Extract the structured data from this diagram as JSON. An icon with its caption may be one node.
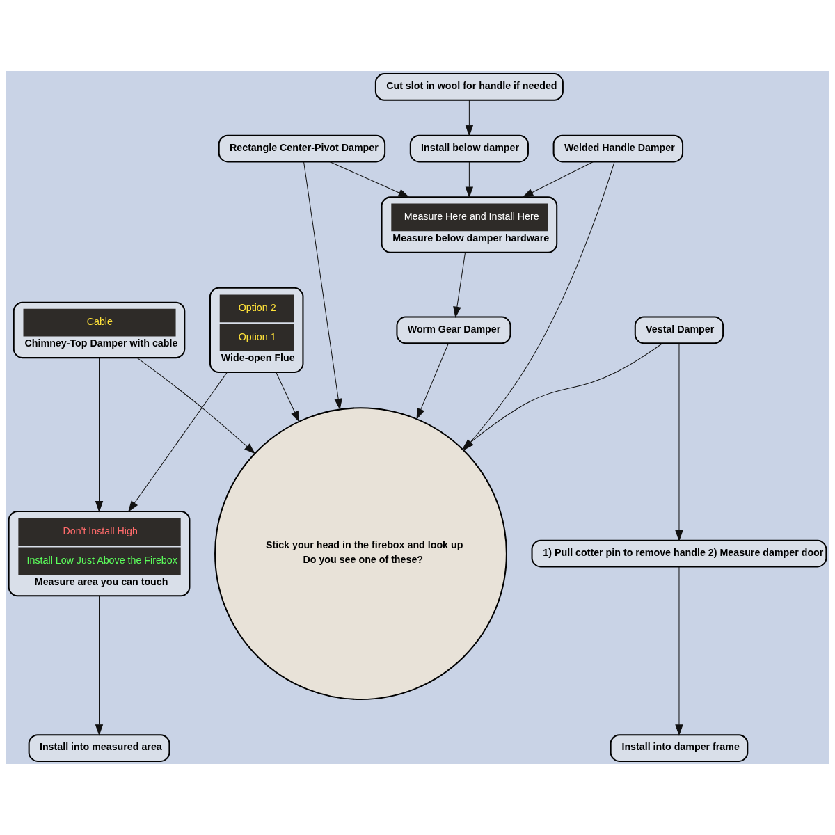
{
  "diagram": {
    "nodes": [
      {
        "text": [
          "Stick your head in the firebox and look up",
          "Do you see one of these?"
        ]
      },
      {
        "text": [
          "Cable",
          "Chimney-Top Damper with cable"
        ]
      },
      {
        "text": [
          "Rectangle Center-Pivot Damper"
        ]
      },
      {
        "text": [
          "Option 2",
          "Option 1",
          "Wide-open Flue"
        ]
      },
      {
        "text": [
          "Vestal Damper"
        ]
      },
      {
        "text": [
          "Worm Gear Damper"
        ]
      },
      {
        "text": [
          "Welded Handle Damper"
        ]
      },
      {
        "text": [
          "Measure Here and Install Here",
          "Measure below damper hardware"
        ]
      },
      {
        "text": [
          "Don't Install High",
          "Install Low Just Above the Firebox",
          "Measure area you can touch"
        ]
      },
      {
        "text": [
          "1) Pull cotter pin to remove handle 2) Measure damper door"
        ]
      },
      {
        "text": [
          "Install below damper"
        ]
      },
      {
        "text": [
          "Install into measured area"
        ]
      },
      {
        "text": [
          "Install into damper frame"
        ]
      },
      {
        "text": [
          "Cut slot in wool for handle if needed"
        ]
      }
    ],
    "edges": [
      {
        "from": 1,
        "to": 0,
        "arrow": "to"
      },
      {
        "from": 2,
        "to": 0,
        "arrow": "to"
      },
      {
        "from": 3,
        "to": 0,
        "arrow": "to"
      },
      {
        "from": 4,
        "to": 0,
        "arrow": "to"
      },
      {
        "from": 5,
        "to": 0,
        "arrow": "to"
      },
      {
        "from": 6,
        "to": 0,
        "arrow": "to"
      },
      {
        "from": 1,
        "to": 8,
        "arrow": "to"
      },
      {
        "from": 3,
        "to": 8,
        "arrow": "to"
      },
      {
        "from": 4,
        "to": 9,
        "arrow": "to"
      },
      {
        "from": 2,
        "to": 7,
        "arrow": "to"
      },
      {
        "from": 6,
        "to": 7,
        "arrow": "to"
      },
      {
        "from": 7,
        "to": 5,
        "arrow": "to"
      },
      {
        "from": 8,
        "to": 11,
        "arrow": "to"
      },
      {
        "from": 9,
        "to": 12,
        "arrow": "to"
      },
      {
        "from": 10,
        "to": 7,
        "arrow": "to"
      },
      {
        "from": 13,
        "to": 10,
        "arrow": "to"
      }
    ]
  }
}
